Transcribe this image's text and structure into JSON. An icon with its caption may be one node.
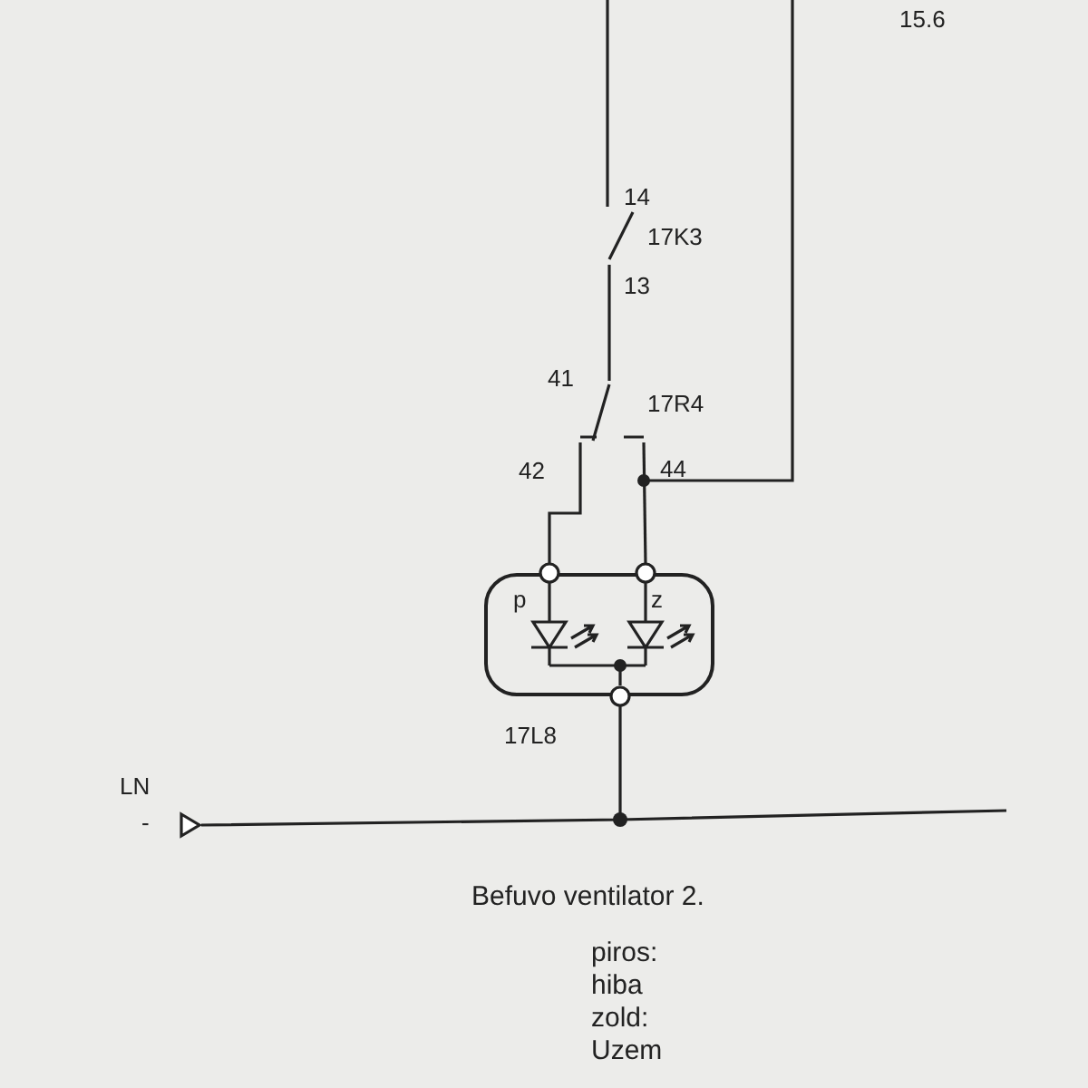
{
  "diagram": {
    "caption": "Befuvo ventilator 2.",
    "nodes": [
      {
        "text": [
          "p",
          "z"
        ],
        "beside": [
          "17L8"
        ]
      },
      {
        "text": [],
        "shape": "switch",
        "beside": [
          "14",
          "17K3",
          "13"
        ]
      },
      {
        "text": [],
        "shape": "switch",
        "beside": [
          "41",
          "17R4",
          "42",
          "44"
        ]
      },
      {
        "text": [],
        "shape": "triangle",
        "beside": [
          "LN",
          "-"
        ]
      }
    ],
    "edges": [
      {
        "from": null,
        "to": 1,
        "arrow": "none"
      },
      {
        "from": 1,
        "to": 2,
        "arrow": "none"
      },
      {
        "from": 2,
        "to": 0,
        "arrow": "none"
      },
      {
        "from": 2,
        "to": 0,
        "arrow": "none"
      },
      {
        "from": null,
        "to": 2,
        "arrow": "other"
      },
      {
        "from": 0,
        "to": 3,
        "arrow": "none"
      }
    ],
    "labels": [
      "15.6",
      "piros:",
      "hiba",
      "zold:",
      "Uzem"
    ]
  }
}
